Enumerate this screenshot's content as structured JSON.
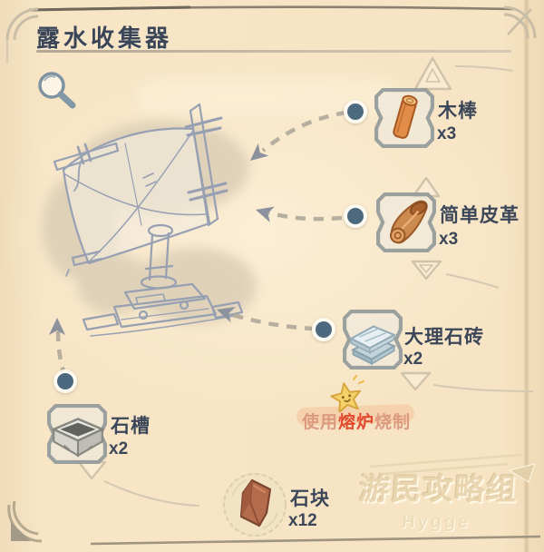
{
  "page": {
    "title": "露水收集器",
    "background_color": "#f5e1c1",
    "title_color": "#3a4658"
  },
  "icons": {
    "magnifier": "magnifier-icon",
    "star": "smiling-star-icon",
    "device": "dew-collector-sketch"
  },
  "materials": [
    {
      "name": "木棒",
      "count": "x3",
      "icon": "wood-stick-icon"
    },
    {
      "name": "简单皮革",
      "count": "x3",
      "icon": "leather-roll-icon"
    },
    {
      "name": "大理石砖",
      "count": "x2",
      "icon": "marble-brick-icon"
    },
    {
      "name": "石槽",
      "count": "x2",
      "icon": "stone-trough-icon"
    },
    {
      "name": "石块",
      "count": "x12",
      "icon": "stone-block-icon"
    }
  ],
  "note": {
    "prefix": "使用",
    "highlight": "熔炉",
    "suffix": "烧制",
    "text_color": "#dc9a80",
    "highlight_color": "#e2492f"
  },
  "watermark": {
    "line1": "游民攻略组",
    "line2": "Hygge"
  },
  "colors": {
    "bullet": "#4c697f",
    "label": "#3b4759",
    "frame": "#9aa09e",
    "dashed_line": "#b3ab9c",
    "arrow": "#8b919d",
    "sketch_line": "#97a0b2"
  }
}
